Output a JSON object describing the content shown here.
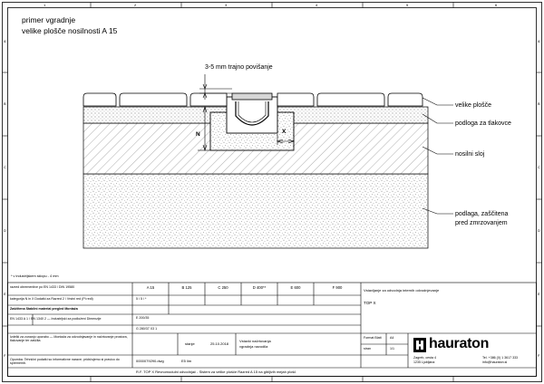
{
  "title": {
    "line1": "primer vgradnje",
    "line2": "velike plošče nosilnosti A 15"
  },
  "annotations": {
    "raise": "3-5 mm trajno povišanje",
    "n_symbol": "N",
    "x_symbol": "X",
    "large_slabs": "velike plošče",
    "paving_base": "podloga za tlakovce",
    "bearing_layer": "nosilni sloj",
    "frost_base_line1": "podlaga, zaščitena",
    "frost_base_line2": "pred zmrzovanjem"
  },
  "border": {
    "columns": [
      "1",
      "2",
      "3",
      "4",
      "5",
      "6"
    ],
    "rows": [
      "A",
      "B",
      "C",
      "D",
      "E",
      "F"
    ]
  },
  "footnote": "* v industrijskem sklopu - 4 mm",
  "title_block": {
    "left_rows": [
      "razred obremenitve po EN 1433 / DIN 19580",
      "kategorija N in X Dodatki za Razred 2 / Vrstni red (Pi redi)",
      "Zaščitena Stabilni material pregled Montaža",
      "EN 1433 A 1 / EN 1340 2 — Industrijski za podloženi Dimenzije",
      "Izdelki za zunanjo uporabo — Montaža za odvodnjavanje in načrtovanje prostora, tlakovanje ter zaščita",
      "Opomba: Tehnični podatki so informativne narave; pridržujemo si pravico do sprememb."
    ],
    "load_classes": [
      "A 15",
      "B 125",
      "C 250",
      "D 400**",
      "E 600",
      "F 900"
    ],
    "cell_values": [
      "5 / 5 / *",
      "–",
      "–",
      "–",
      "–",
      "–"
    ],
    "norm_ref": "E 200/35",
    "cover_ref": "G 280/37 X3 1",
    "mid_label": "stanje",
    "date": "25.10.2018",
    "desc_line1": "Vstavki načrtovanja",
    "desc_line2": "vgradnja navodila",
    "drawing_no": "0000079290.dwg",
    "scale_note": "E5 lim",
    "right_title": "Vstavljanje za odvodnja internih odvodnjevanje",
    "product": "TOP X",
    "format_label": "Format Blatt",
    "format_value": "A4",
    "sheet_label": "stran",
    "sheet_value": "1/1",
    "logo_text": "hauraton",
    "address_line1": "Zagreb, cesta 4",
    "address_line2": "1235 Ljubljana",
    "phone": "Tel. +386 (0) 1 3617 333",
    "email": "info@hauraton.si",
    "bottom_description": "R.F. TOP X Revnomodulni odvodnjač - Sistem za velike plošče Razred A 15 na gibljivih mejah plošč"
  }
}
